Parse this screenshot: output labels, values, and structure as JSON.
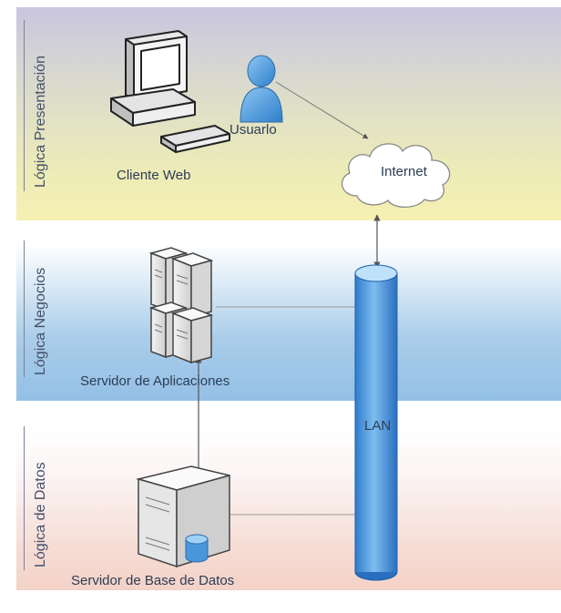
{
  "layers": {
    "presentation": "Lógica Presentación",
    "business": "Lógica Negocios",
    "data": "Lógica de Datos"
  },
  "nodes": {
    "web_client": "Cliente Web",
    "user": "Usuarlo",
    "internet": "Internet",
    "app_server": "Servidor de Aplicaciones",
    "lan": "LAN",
    "db_server": "Servidor de Base de Datos"
  },
  "colors": {
    "presentation_band": "#f1ecb8",
    "business_band": "#9ec7e8",
    "data_band": "#f3d6cc",
    "lan_cylinder": "#4d9be0",
    "user_icon": "#3f8fd6"
  }
}
